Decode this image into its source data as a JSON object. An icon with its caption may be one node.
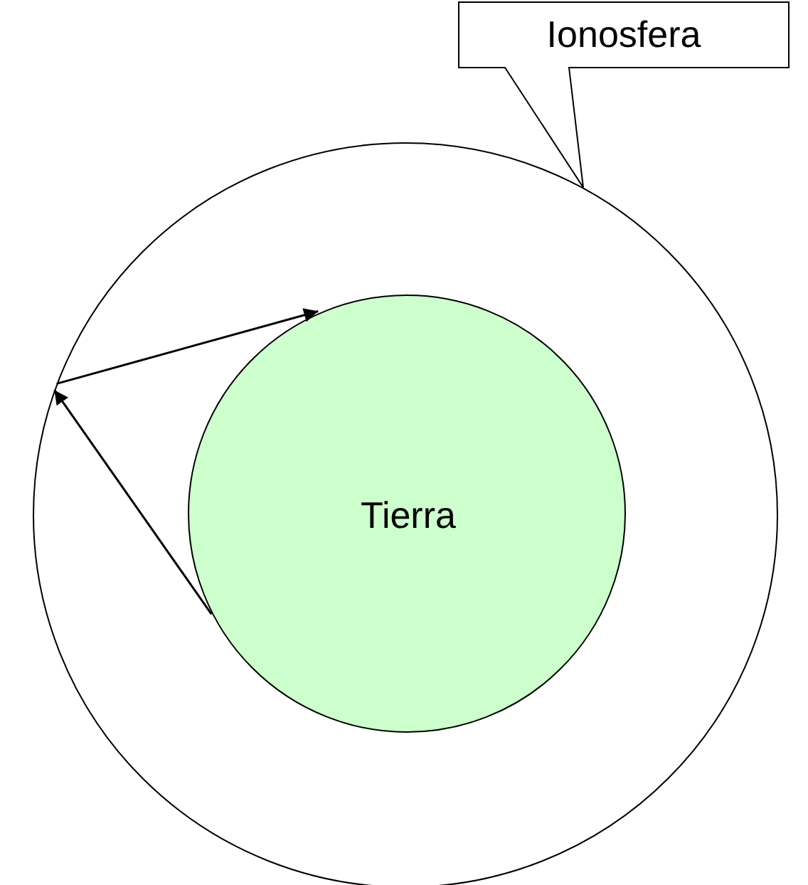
{
  "diagram": {
    "nodes": [
      {
        "text": [
          "Ionosfera"
        ]
      },
      {
        "text": [],
        "shape": "circle"
      },
      {
        "text": [
          "Tierra"
        ],
        "in": 1
      }
    ],
    "edges": [
      {
        "from": 2,
        "to": 1,
        "arrow": "to"
      },
      {
        "from": 1,
        "to": 2,
        "arrow": "to"
      }
    ]
  }
}
